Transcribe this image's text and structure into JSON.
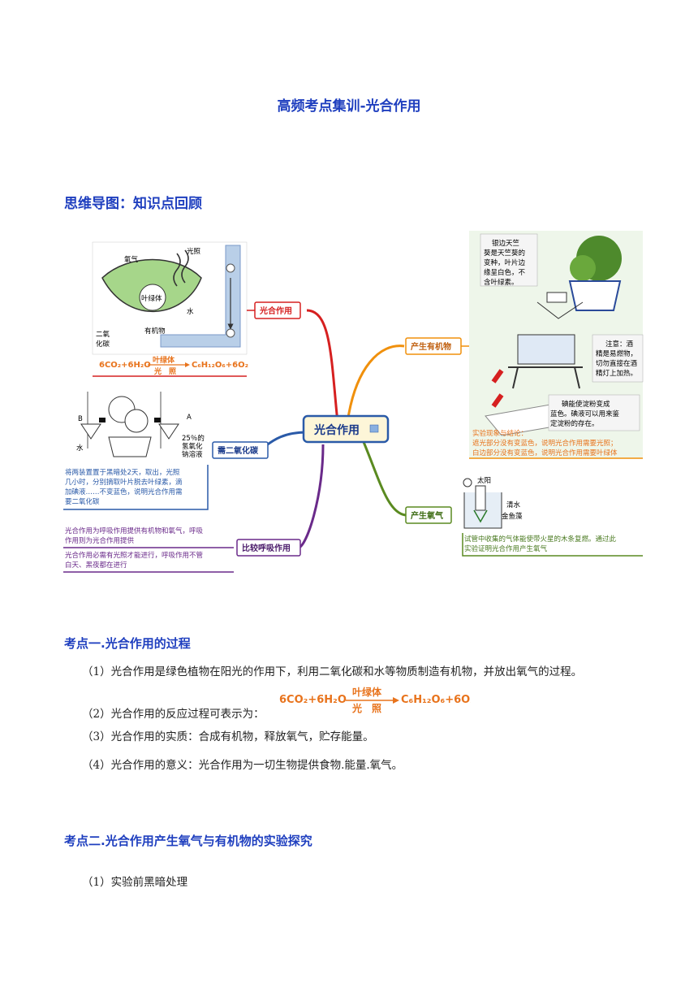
{
  "title": "高频考点集训-光合作用",
  "mindmap_heading": "思维导图：知识点回顾",
  "mindmap": {
    "center": "光合作用",
    "branches": {
      "process": "光合作用",
      "produce_organics": "产生有机物",
      "need_co2": "需二氧化碳",
      "produce_oxygen": "产生氧气",
      "compare_resp": "比较呼吸作用"
    },
    "leaf_labels": {
      "oxygen": "氧气",
      "light": "光照",
      "chloroplast": "叶绿体",
      "water": "水",
      "co2_line1": "二氧",
      "co2_line2": "化碳",
      "organics": "有机物"
    },
    "equation": {
      "left": "6CO₂+6H₂O",
      "top": "叶绿体",
      "bottom": "光　照",
      "right": "C₆H₁₂O₆+6O₂"
    },
    "plant_note_1": [
      "银边天竺",
      "葵是天竺葵的",
      "变种，叶片边",
      "缘呈白色，不",
      "含叶绿素。"
    ],
    "plant_note_2": [
      "注意：酒",
      "精是易燃物，",
      "切勿直接在酒",
      "精灯上加热。"
    ],
    "plant_note_3": [
      "碘能使淀粉变成",
      "蓝色。碘液可以用来鉴",
      "定淀粉的存在。"
    ],
    "organics_conclusion": [
      "实验现象与结论：",
      "遮光部分没有变蓝色，说明光合作用需要光照；",
      "白边部分没有变蓝色，说明光合作用需要叶绿体"
    ],
    "co2_labels": {
      "b": "B",
      "a": "A",
      "water": "水",
      "naoh": [
        "25％的",
        "氢氧化",
        "钠溶液"
      ]
    },
    "co2_note": [
      "将两装置置于黑暗处2天，取出，光照",
      "几小时，分别摘取叶片脱去叶绿素，滴",
      "加碘液……不变蓝色，说明光合作用需",
      "要二氧化碳"
    ],
    "oxygen_labels": {
      "sun": "太阳",
      "water": "清水",
      "plant": "金鱼藻"
    },
    "oxygen_note": [
      "试管中收集的气体能使带火星的木条复燃。通过此",
      "实验证明光合作用产生氧气"
    ],
    "resp_note_1": [
      "光合作用为呼吸作用提供有机物和氧气，呼吸",
      "作用则为光合作用提供"
    ],
    "resp_note_2": [
      "光合作用必需有光照才能进行，呼吸作用不管",
      "白天、黑夜都在进行"
    ]
  },
  "section1": {
    "heading": "考点一.光合作用的过程",
    "p1": "（1）光合作用是绿色植物在阳光的作用下，利用二氧化碳和水等物质制造有机物，并放出氧气的过程。",
    "p2": "（2）光合作用的反应过程可表示为：",
    "p3": "（3）光合作用的实质：合成有机物，释放氧气，贮存能量。",
    "p4": "（4）光合作用的意义：光合作用为一切生物提供食物.能量.氧气。"
  },
  "section2": {
    "heading": "考点二.光合作用产生氧气与有机物的实验探究",
    "p1": "（1）实验前黑暗处理"
  },
  "colors": {
    "heading_blue": "#1f3fbf",
    "branch_red": "#d62020",
    "branch_orange": "#f0900c",
    "branch_blue": "#2a5aa8",
    "branch_green": "#5a8a20",
    "branch_purple": "#6a2a8a"
  }
}
